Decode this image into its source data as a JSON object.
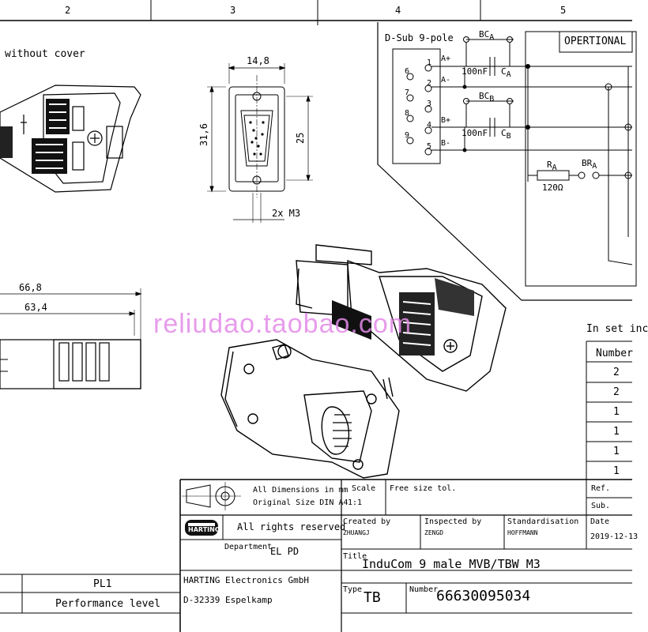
{
  "frame": {
    "columns": [
      "2",
      "3",
      "4",
      "5"
    ]
  },
  "views": {
    "without_cover": "without cover",
    "front_dims": {
      "width": "14,8",
      "height_outer": "31,6",
      "height_inner": "25",
      "screws": "2x M3"
    },
    "side_dims": {
      "length_outer": "66,8",
      "length_inner": "63,4"
    }
  },
  "schematic": {
    "dsub_label": "D-Sub 9-pole",
    "optional_label": "OPERTIONAL",
    "pins": [
      "1",
      "2",
      "3",
      "4",
      "5",
      "6",
      "7",
      "8",
      "9"
    ],
    "signals": [
      "A+",
      "A-",
      "B+",
      "B-"
    ],
    "bca": {
      "main": "BC",
      "sub": "A"
    },
    "bcb": {
      "main": "BC",
      "sub": "B"
    },
    "ca": {
      "main": "C",
      "sub": "A"
    },
    "cb": {
      "main": "C",
      "sub": "B"
    },
    "cap_value": "100nF",
    "ra": {
      "main": "R",
      "sub": "A"
    },
    "bra": {
      "main": "BR",
      "sub": "A"
    },
    "resistor_value": "120Ω"
  },
  "watermark": "reliudao.taobao.com",
  "in_set": {
    "title": "In set inc",
    "header": "Number",
    "numbers": [
      "2",
      "2",
      "1",
      "1",
      "1",
      "1"
    ]
  },
  "title_block": {
    "all_dims": "All Dimensions in mm",
    "orig_size": "Original Size DIN A4",
    "scale_label": "Scale",
    "scale_value": "1:1",
    "free_size": "Free size tol.",
    "ref_label": "Ref.",
    "sub_label": "Sub.",
    "logo_text": "HARTING",
    "rights": "All rights reserved",
    "department_label": "Department",
    "department_value": "EL PD",
    "created_label": "Created by",
    "created_value": "ZHUANGJ",
    "inspected_label": "Inspected by",
    "inspected_value": "ZENGD",
    "standard_label": "Standardisation",
    "standard_value": "HOFFMANN",
    "date_label": "Date",
    "date_value": "2019-12-13",
    "title_label": "Title",
    "title_value": "InduCom 9 male MVB/TBW M3",
    "company": "HARTING Electronics GmbH",
    "address": "D-32339 Espelkamp",
    "type_label": "Type",
    "type_value": "TB",
    "number_label": "Number",
    "number_value": "66630095034",
    "pl_label": "PL1",
    "performance": "Performance level"
  }
}
